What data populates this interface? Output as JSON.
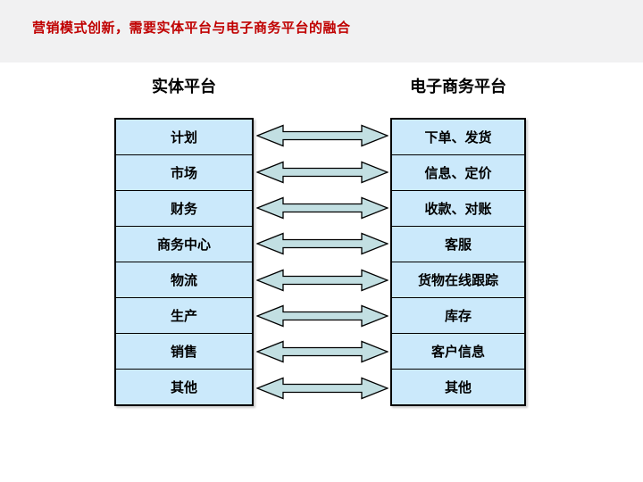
{
  "title": "营销模式创新，需要实体平台与电子商务平台的融合",
  "colors": {
    "title_text": "#c00000",
    "band_background": "#f1f1f2",
    "page_background": "#ffffff",
    "box_fill": "#cbe9fb",
    "arrow_fill": "#c2dfe2",
    "border": "#000000",
    "text": "#000000"
  },
  "diagram": {
    "left_header": "实体平台",
    "right_header": "电子商务平台",
    "rows": [
      {
        "left": "计划",
        "right": "下单、发货"
      },
      {
        "left": "市场",
        "right": "信息、定价"
      },
      {
        "left": "财务",
        "right": "收款、对账"
      },
      {
        "left": "商务中心",
        "right": "客服"
      },
      {
        "left": "物流",
        "right": "货物在线跟踪"
      },
      {
        "left": "生产",
        "right": "库存"
      },
      {
        "left": "销售",
        "right": "客户信息"
      },
      {
        "left": "其他",
        "right": "其他"
      }
    ]
  }
}
